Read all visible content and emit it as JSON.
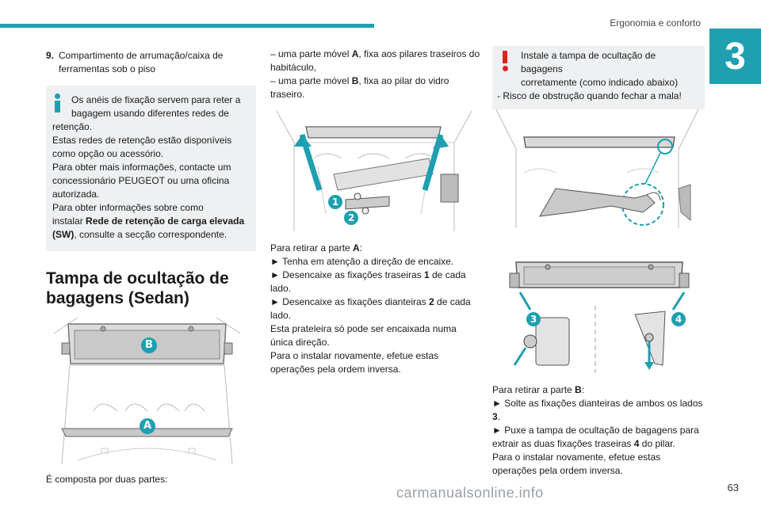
{
  "header": {
    "section_title": "Ergonomia e conforto",
    "chapter_number": "3"
  },
  "col1": {
    "item9_num": "9.",
    "item9_text": "Compartimento de arrumação/caixa de ferramentas sob o piso",
    "info_line1": "Os anéis de fixação servem para reter a",
    "info_line2": "bagagem usando diferentes redes de",
    "info_line3": "retenção.",
    "info_line4": "Estas redes de retenção estão disponíveis como opção ou acessório.",
    "info_line5": "Para obter mais informações, contacte um concessionário PEUGEOT ou uma oficina autorizada.",
    "info_line6": "Para obter informações sobre como",
    "info_line7_pre": "instalar ",
    "info_line7_bold": "Rede de retenção de carga elevada (SW)",
    "info_line7_post": ", consulte a secção correspondente.",
    "heading": "Tampa de ocultação de bagagens (Sedan)",
    "fig_label_b": "B",
    "fig_label_a": "A",
    "caption": "É composta por duas partes:"
  },
  "col2": {
    "line1_pre": "– uma parte móvel ",
    "line1_bold": "A",
    "line1_post": ", fixa aos pilares traseiros do habitáculo,",
    "line2_pre": "– uma parte móvel ",
    "line2_bold": "B",
    "line2_post": ", fixa ao pilar do vidro traseiro.",
    "fig_label_1": "1",
    "fig_label_2": "2",
    "remove_pre": "Para retirar a parte ",
    "remove_bold": "A",
    "remove_post": ":",
    "step1": "Tenha em atenção a direção de encaixe.",
    "step2_pre": "Desencaixe as fixações traseiras ",
    "step2_bold": "1",
    "step2_post": " de cada lado.",
    "step3_pre": "Desencaixe as fixações dianteiras ",
    "step3_bold": "2",
    "step3_post": " de cada lado.",
    "note1": "Esta prateleira só pode ser encaixada numa única direção.",
    "note2": "Para o instalar novamente, efetue estas operações pela ordem inversa."
  },
  "col3": {
    "warn_line1": "Instale a tampa de ocultação de bagagens",
    "warn_line2": "corretamente (como indicado abaixo)",
    "warn_line3": "- Risco de obstrução quando fechar a mala!",
    "fig_label_3": "3",
    "fig_label_4": "4",
    "remove_pre": "Para retirar a parte ",
    "remove_bold": "B",
    "remove_post": ":",
    "step1_pre": "Solte as fixações dianteiras de ambos os lados ",
    "step1_bold": "3",
    "step1_post": ".",
    "step2_pre": "Puxe a tampa de ocultação de bagagens para extrair as duas fixações traseiras ",
    "step2_bold": "4",
    "step2_post": " do pilar.",
    "note": "Para o instalar novamente, efetue estas operações pela ordem inversa."
  },
  "footer": {
    "page_number": "63",
    "watermark": "carmanualsonline.info"
  },
  "colors": {
    "accent": "#1f9fb0",
    "warning": "#e4201e",
    "box_bg": "#eef0f2"
  },
  "icons": {
    "bullet": "►"
  }
}
